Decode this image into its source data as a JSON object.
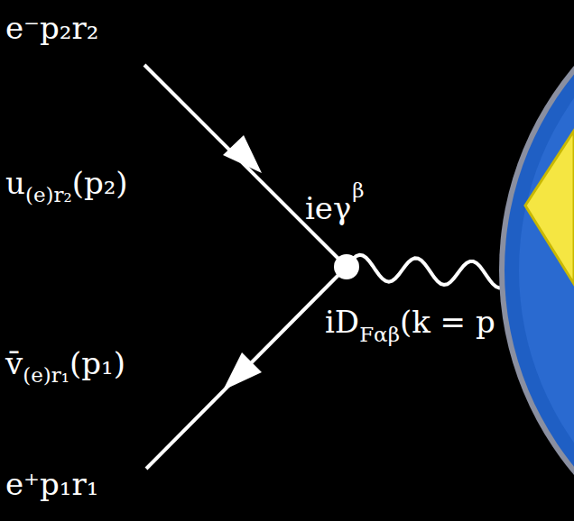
{
  "diagram": {
    "labels": [
      "e⁻p₂r₂",
      "u",
      "(e)r₂",
      "(p₂)",
      "ieγ",
      "β",
      "v̄",
      "(e)r₁",
      "(p₁)",
      "e⁺p₁r₁",
      "iD",
      "Fαβ",
      "(k = p"
    ]
  }
}
